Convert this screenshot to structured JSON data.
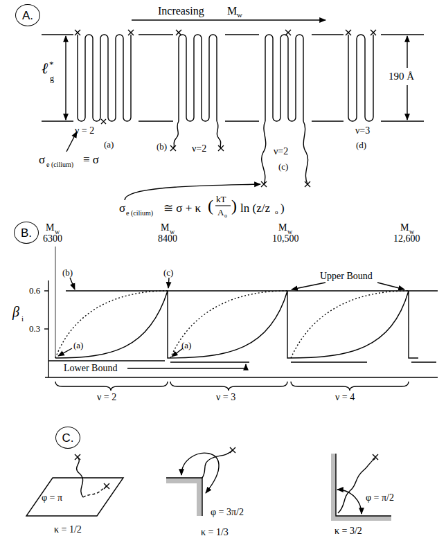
{
  "diagram": {
    "nodes": [
      {
        "text": [
          "A."
        ]
      },
      {
        "text": [
          "B."
        ]
      },
      {
        "text": [
          "C."
        ]
      }
    ],
    "labels": [
      "Increasing",
      "M",
      "w",
      "ℓ",
      "*",
      "g",
      "190 Å",
      "ν = 2",
      "(a)",
      "σ",
      "e (cilium)",
      "≡ σ",
      "ν=2",
      "(b)",
      "ν=2",
      "(c)",
      "ν=3",
      "(d)",
      "σ",
      "e (cilium)",
      "≅ σ + κ",
      "(",
      "kT",
      "A",
      "o",
      ")",
      "ln (z/z",
      "o",
      ")",
      "M",
      "w",
      "6300",
      "M",
      "w",
      "8400",
      "M",
      "w",
      "10,500",
      "M",
      "w",
      "12,600",
      "β",
      "i",
      "0.6",
      "0.3",
      "(b)",
      "(c)",
      "(a)",
      "(a)",
      "Upper Bound",
      "Lower Bound",
      "ν = 2",
      "ν = 3",
      "ν = 4",
      "φ = π",
      "φ = 3π/2",
      "φ = π/2",
      "κ = 1/2",
      "κ = 1/3",
      "κ = 3/2"
    ]
  }
}
